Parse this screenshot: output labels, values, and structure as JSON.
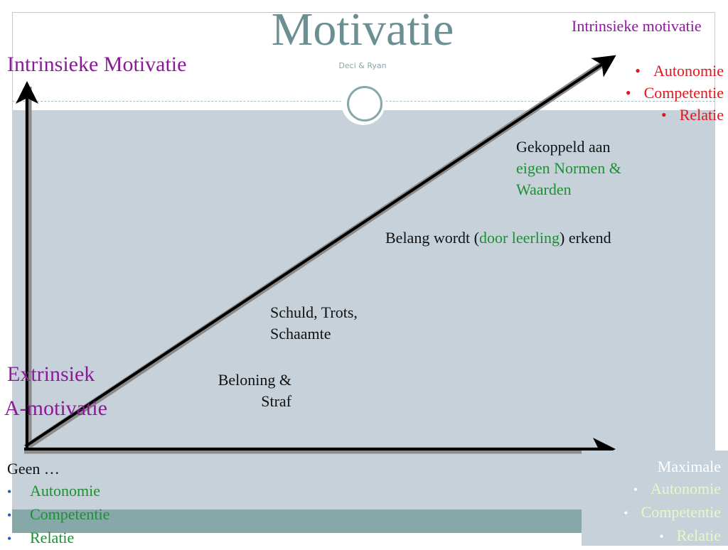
{
  "title": "Motivatie",
  "subtitle": "Deci & Ryan",
  "axis": {
    "y_label": "Intrinsieke Motivatie",
    "extrinsic_label": "Extrinsiek",
    "amotivation_label": "A-motivatie"
  },
  "stages": {
    "s1": "Beloning & Straf",
    "s2": "Schuld, Trots, Schaamte",
    "s3_a": "Belang wordt (",
    "s3_b": "door leerling",
    "s3_c": ") erkend",
    "s4_a": "Gekoppeld aan",
    "s4_b": "eigen Normen & Waarden"
  },
  "top_right": {
    "heading": "Intrinsieke motivatie",
    "items": [
      "Autonomie",
      "Competentie",
      "Relatie"
    ]
  },
  "bottom_left": {
    "heading": "Geen …",
    "items": [
      "Autonomie",
      "Competentie",
      "Relatie"
    ]
  },
  "bottom_right": {
    "heading": "Maximale",
    "items": [
      "Autonomie",
      "Competentie",
      "Relatie"
    ]
  },
  "colors": {
    "title": "#6b8f92",
    "purple": "#8a1a9a",
    "green": "#1e8f33",
    "red": "#e8141b",
    "panel": "#c6d1d9",
    "band": "#87a8a9"
  }
}
